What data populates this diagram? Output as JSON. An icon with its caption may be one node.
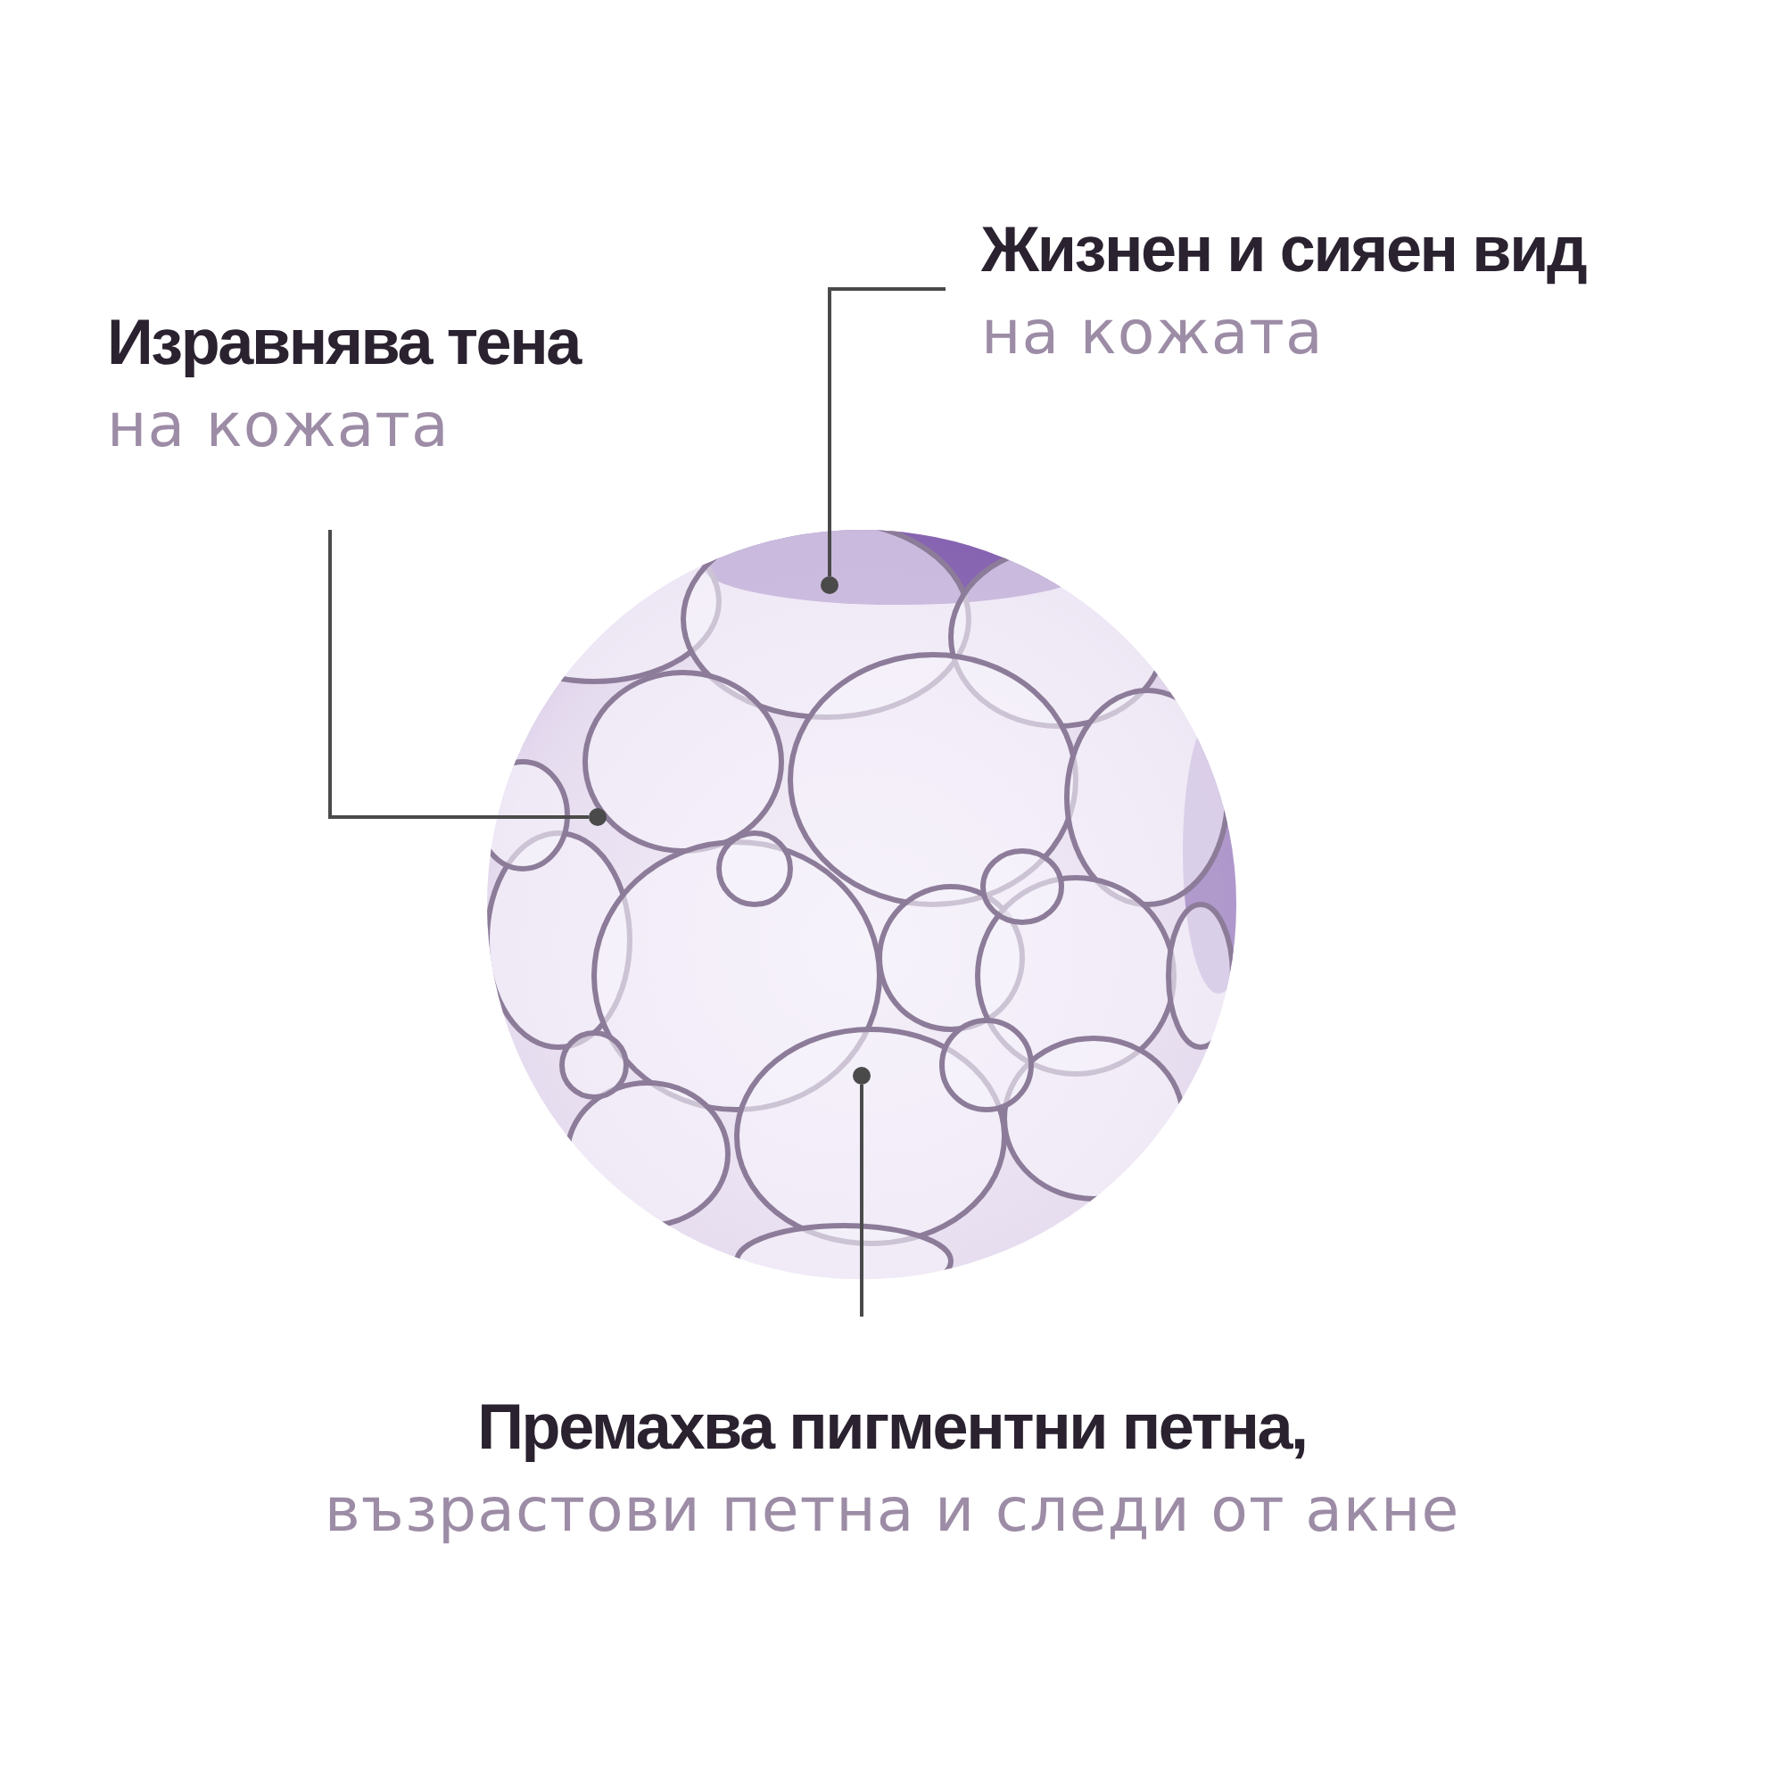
{
  "diagram": {
    "nodes": [
      {
        "text": [
          "Жизнен и сияен вид",
          "на кожата"
        ]
      },
      {
        "text": [
          "Изравнява тена",
          "на кожата"
        ]
      },
      {
        "text": [],
        "shape": "picture"
      },
      {
        "text": [],
        "shape": "circle",
        "in": 2
      },
      {
        "text": [],
        "shape": "circle",
        "in": 2
      },
      {
        "text": [],
        "shape": "circle",
        "in": 2
      },
      {
        "text": [
          "Премахва пигментни петна,",
          "възрастови петна и следи от акне"
        ]
      }
    ],
    "edges": [
      {
        "from": 0,
        "to": 3,
        "arrow": "none"
      },
      {
        "from": 1,
        "to": 4,
        "arrow": "none"
      },
      {
        "from": 6,
        "to": 5,
        "arrow": "none"
      }
    ]
  }
}
